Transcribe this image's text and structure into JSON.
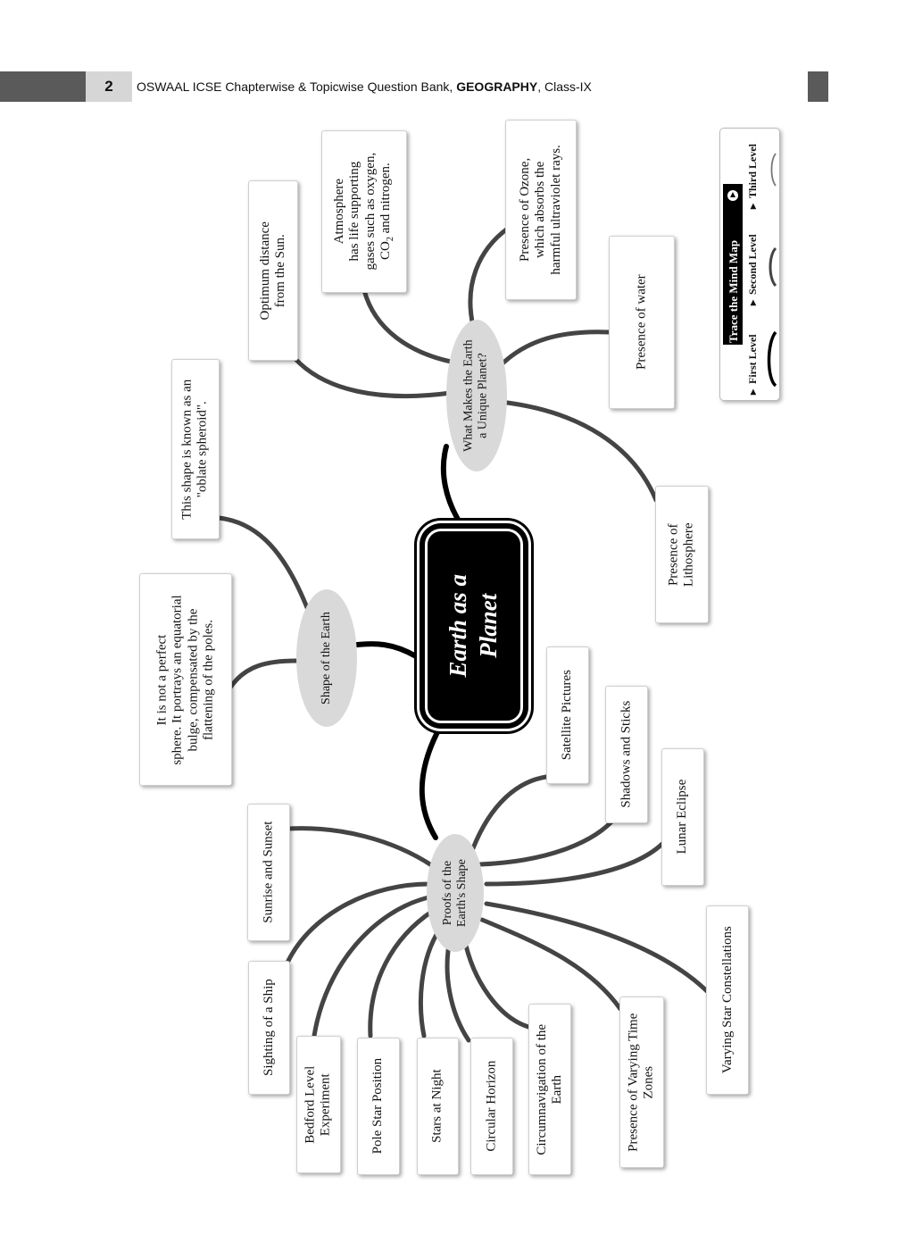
{
  "header": {
    "page_number": "2",
    "title_prefix": "OSWAAL ICSE Chapterwise & Topicwise Question Bank, ",
    "title_bold": "GEOGRAPHY",
    "title_suffix": ", Class-IX"
  },
  "mind_map": {
    "center": {
      "line1": "Earth as a",
      "line2": "Planet"
    },
    "branches": {
      "shape": {
        "label": "Shape of the Earth",
        "details": {
          "oblate": {
            "line1": "This shape is known as an",
            "line2": "\"oblate  spheroid\"."
          },
          "not_perfect": {
            "line1": "It is not a perfect",
            "line2": "sphere. It portrays an equatorial",
            "line3": "bulge, compensated by the",
            "line4": "flattening of the poles."
          }
        }
      },
      "unique": {
        "label_line1": "What Makes the Earth",
        "label_line2": "a Unique Planet?",
        "items": {
          "sun": {
            "line1": "Optimum distance",
            "line2": "from the Sun."
          },
          "atmosphere": {
            "line1": "Atmosphere",
            "line2": "has life supporting",
            "line3": "gases such as oxygen,",
            "line4_a": "CO",
            "line4_sub": "2",
            "line4_b": " and nitrogen."
          },
          "ozone": {
            "line1": "Presence of Ozone,",
            "line2": "which absorbs the",
            "line3": "harmful ultraviolet rays."
          },
          "water": {
            "line1": "Presence of water"
          },
          "lithosphere": {
            "line1": "Presence of",
            "line2": "Lithosphere"
          }
        }
      },
      "proofs": {
        "label_line1": "Proofs of the",
        "label_line2": "Earth's Shape",
        "items": {
          "sunrise": "Sunrise and Sunset",
          "ship": "Sighting of a Ship",
          "bedford": {
            "line1": "Bedford Level",
            "line2": "Experiment"
          },
          "pole_star": "Pole Star Position",
          "stars": "Stars at Night",
          "horizon": "Circular Horizon",
          "circumnavigation": {
            "line1": "Circumnavigation of the",
            "line2": "Earth"
          },
          "time_zones": {
            "line1": "Presence of Varying Time",
            "line2": "Zones"
          },
          "constellations": "Varying Star Constellations",
          "satellite": "Satellite Pictures",
          "shadows": "Shadows and Sticks",
          "lunar": "Lunar Eclipse"
        }
      }
    }
  },
  "legend": {
    "title": "Trace the  Mind Map",
    "first": "First Level",
    "second": "Second Level",
    "third": "Third Level"
  }
}
